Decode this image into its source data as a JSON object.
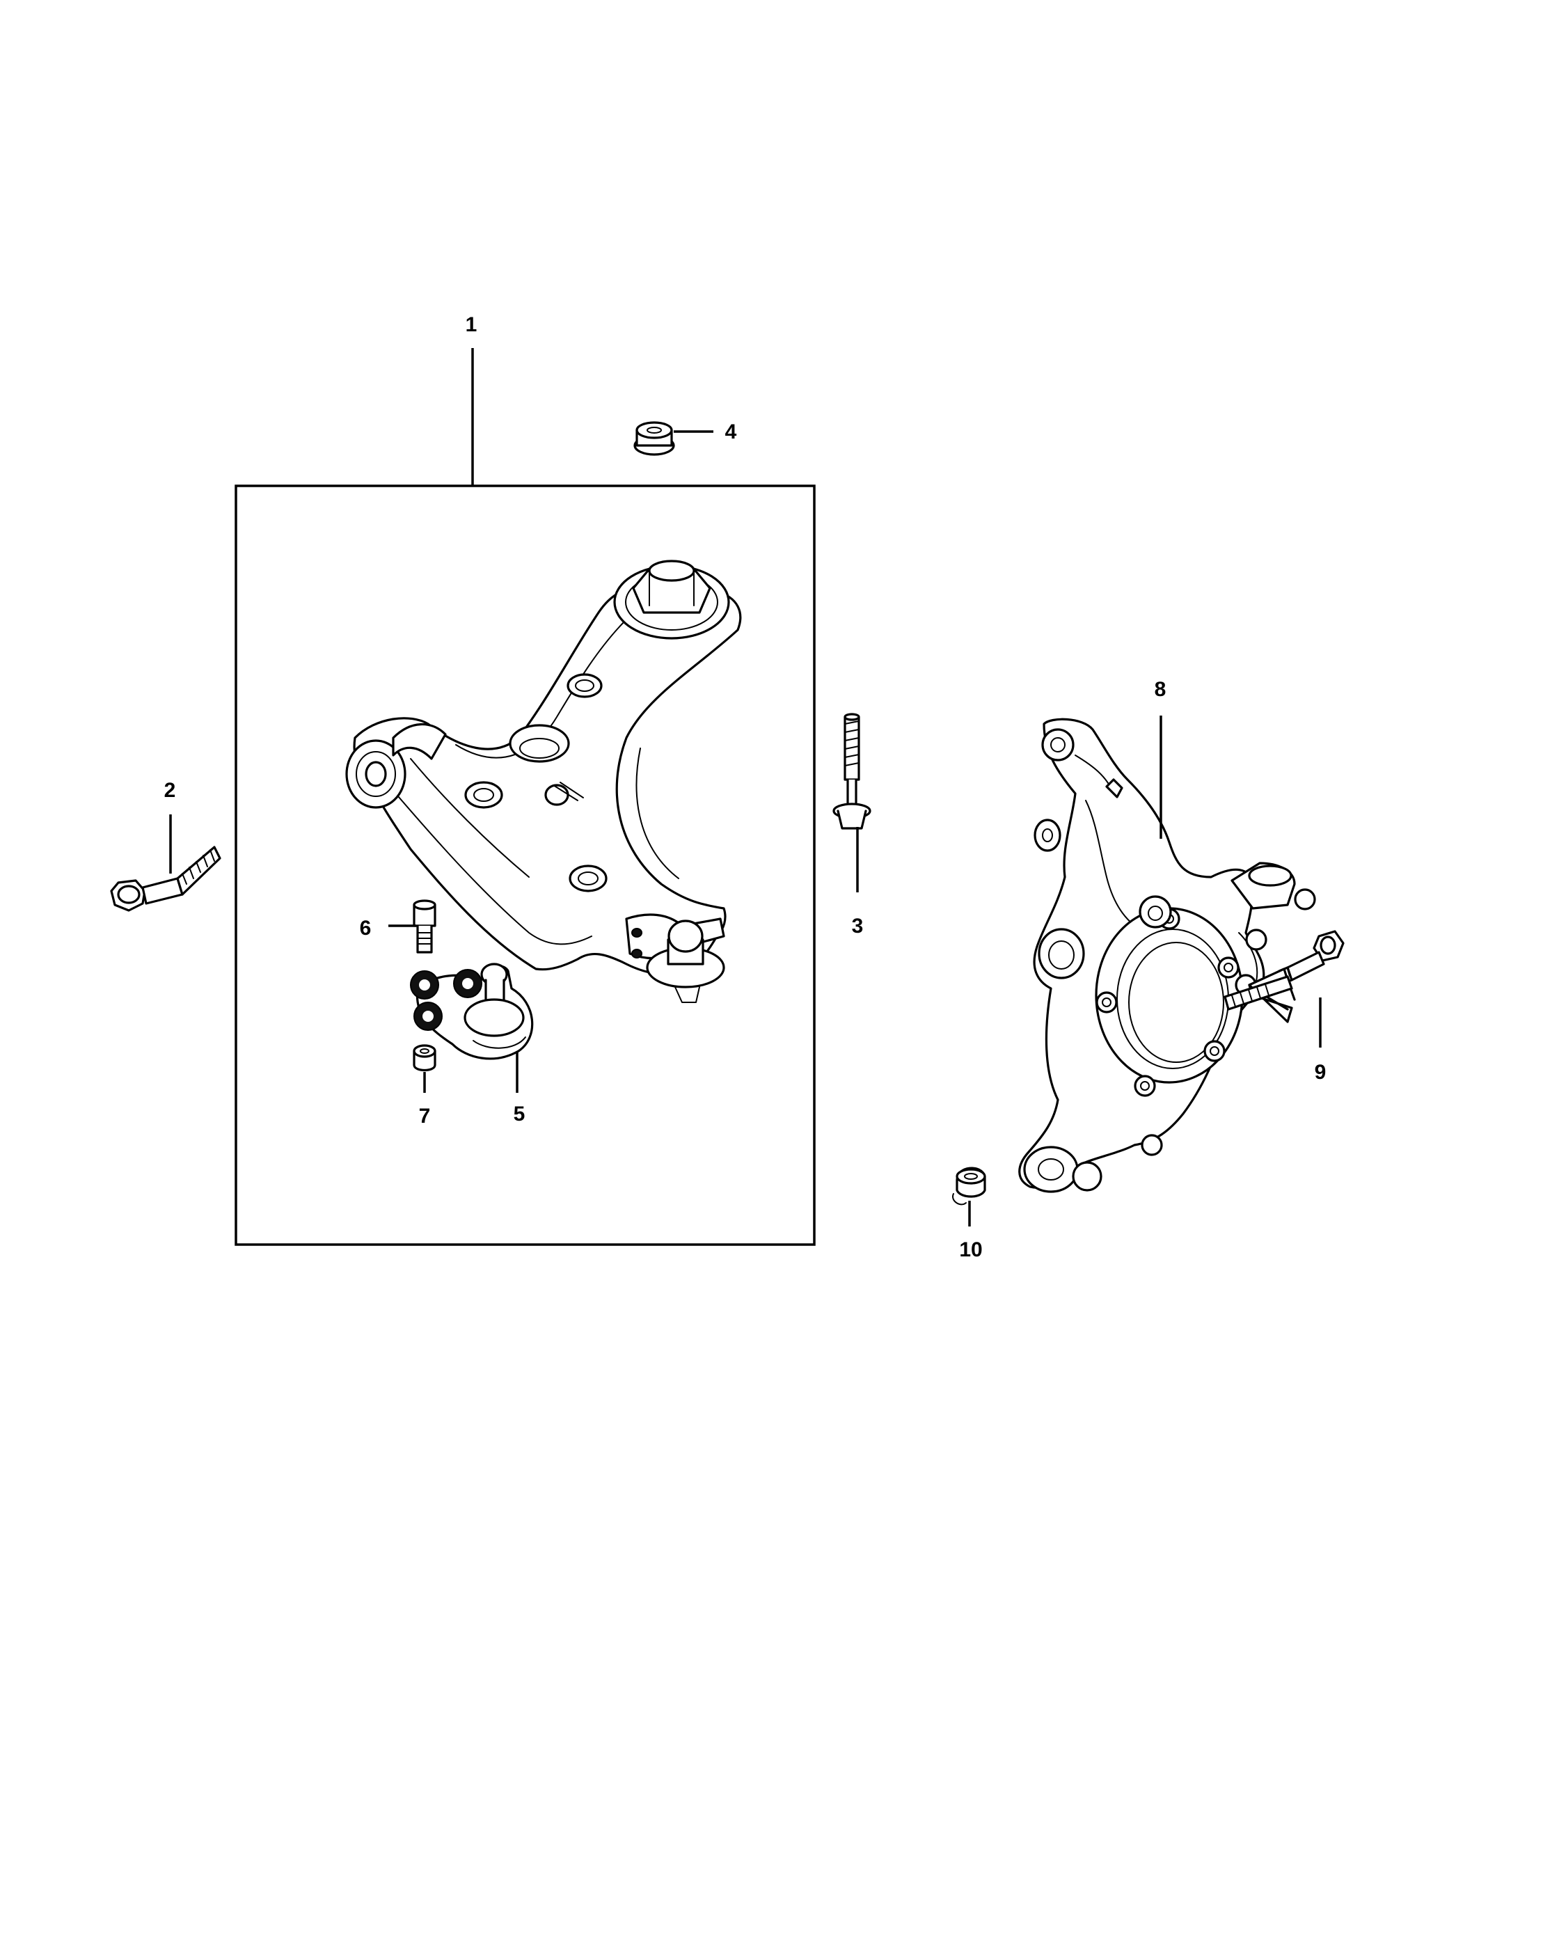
{
  "diagram": {
    "callouts": [
      {
        "id": "1",
        "label": "1"
      },
      {
        "id": "2",
        "label": "2"
      },
      {
        "id": "3",
        "label": "3"
      },
      {
        "id": "4",
        "label": "4"
      },
      {
        "id": "5",
        "label": "5"
      },
      {
        "id": "6",
        "label": "6"
      },
      {
        "id": "7",
        "label": "7"
      },
      {
        "id": "8",
        "label": "8"
      },
      {
        "id": "9",
        "label": "9"
      },
      {
        "id": "10",
        "label": "10"
      }
    ],
    "colors": {
      "line": "#000000",
      "background": "#ffffff"
    }
  }
}
